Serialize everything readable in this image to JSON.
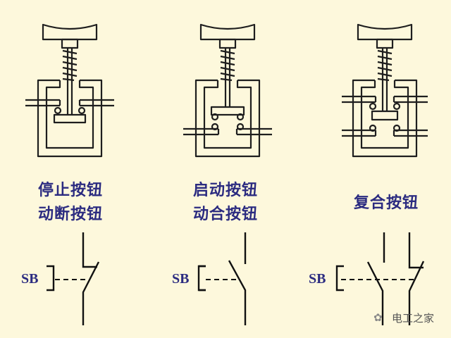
{
  "devices": [
    {
      "label_lines": [
        "停止按钮",
        "动断按钮"
      ],
      "symbol_label": "SB",
      "type": "normally-closed"
    },
    {
      "label_lines": [
        "启动按钮",
        "动合按钮"
      ],
      "symbol_label": "SB",
      "type": "normally-open"
    },
    {
      "label_lines": [
        "复合按钮"
      ],
      "symbol_label": "SB",
      "type": "compound"
    }
  ],
  "watermark": {
    "text": "电工之家",
    "icon": "wechat-icon"
  },
  "colors": {
    "background": "#fdf8dc",
    "label": "#2b2b80",
    "line": "#1e1e1e"
  }
}
